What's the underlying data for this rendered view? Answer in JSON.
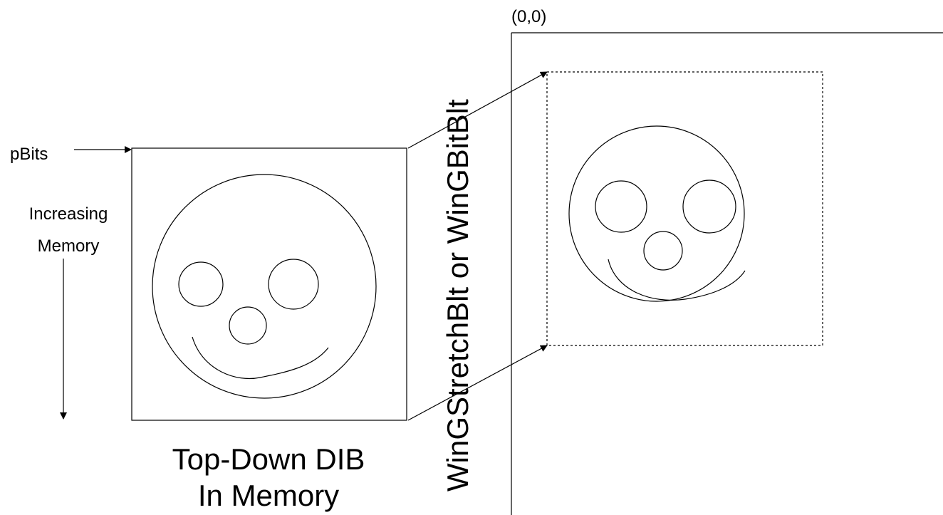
{
  "labels": {
    "pointer": "pBits",
    "increasing_line1": "Increasing",
    "increasing_line2": "Memory",
    "dib_line1": "Top-Down DIB",
    "dib_line2": "In Memory",
    "blit": "WinGStretchBlt or WinGBitBlt",
    "origin": "(0,0)"
  }
}
